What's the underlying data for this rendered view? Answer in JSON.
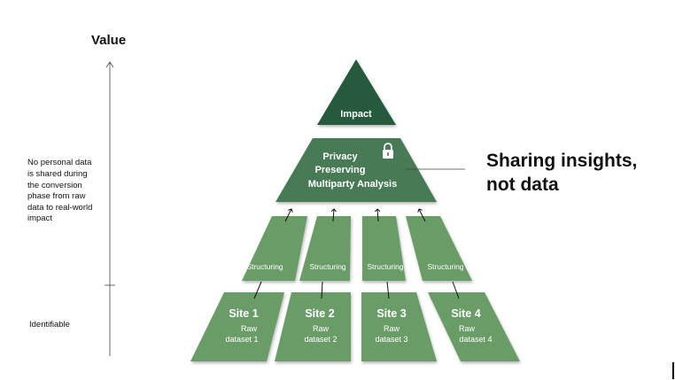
{
  "axis": {
    "title": "Value",
    "upper_note": [
      "No personal data",
      "is shared during",
      "the conversion",
      "phase from raw",
      "data to real-world",
      "impact"
    ],
    "lower_note": "Identifiable"
  },
  "pyramid": {
    "impact": "Impact",
    "analysis": [
      "Privacy",
      "Preserving",
      "Multiparty Analysis"
    ],
    "lock_icon": "lock-icon",
    "structuring": [
      "Structuring",
      "Structuring",
      "Structuring",
      "Structuring"
    ],
    "sites": [
      {
        "name": "Site 1",
        "line1": "Raw",
        "line2": "dataset 1"
      },
      {
        "name": "Site 2",
        "line1": "Raw",
        "line2": "dataset 2"
      },
      {
        "name": "Site 3",
        "line1": "Raw",
        "line2": "dataset 3"
      },
      {
        "name": "Site 4",
        "line1": "Raw",
        "line2": "dataset 4"
      }
    ]
  },
  "callout": [
    "Sharing insights,",
    "not data"
  ],
  "colors": {
    "dark": "#275a3c",
    "mid": "#467a55",
    "light": "#6a9c67"
  }
}
